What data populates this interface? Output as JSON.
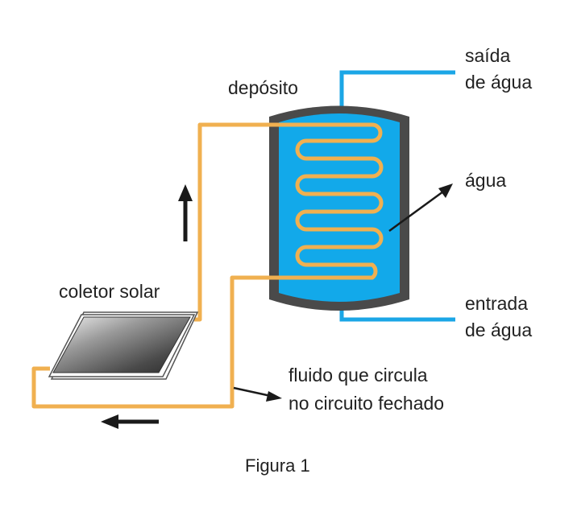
{
  "labels": {
    "tank": "depósito",
    "outlet_line1": "saída",
    "outlet_line2": "de água",
    "water": "água",
    "inlet_line1": "entrada",
    "inlet_line2": "de água",
    "collector": "coletor solar",
    "fluid_line1": "fluido que circula",
    "fluid_line2": "no circuito fechado"
  },
  "caption": "Figura 1",
  "colors": {
    "fluid_pipe": "#F0B050",
    "water_pipe": "#1BA6E6",
    "tank_shell": "#4A4A4A",
    "water": "#12A9EA",
    "arrow": "#1A1A1A"
  }
}
